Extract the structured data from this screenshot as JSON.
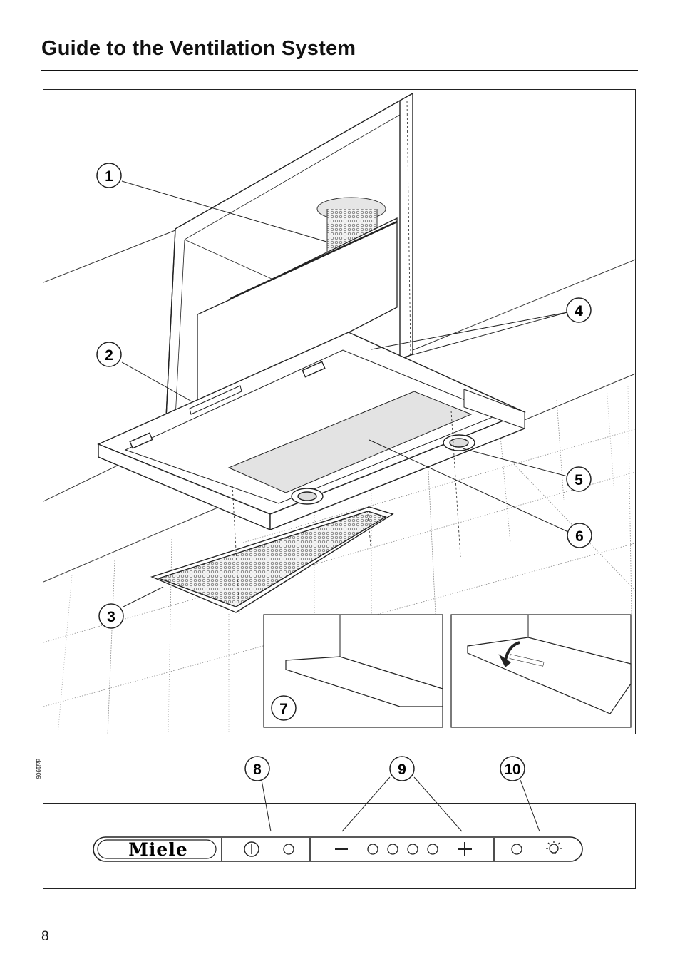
{
  "header": {
    "title": "Guide to the Ventilation System"
  },
  "figure": {
    "callouts": [
      "1",
      "2",
      "3",
      "4",
      "5",
      "6",
      "7"
    ],
    "drawing_code": "dai1906"
  },
  "control_panel": {
    "brand_label": "Miele",
    "callouts": [
      "8",
      "9",
      "10"
    ],
    "icons": [
      "power-icon",
      "minus-icon",
      "plus-icon",
      "light-icon"
    ]
  },
  "footer": {
    "page_number": "8"
  }
}
